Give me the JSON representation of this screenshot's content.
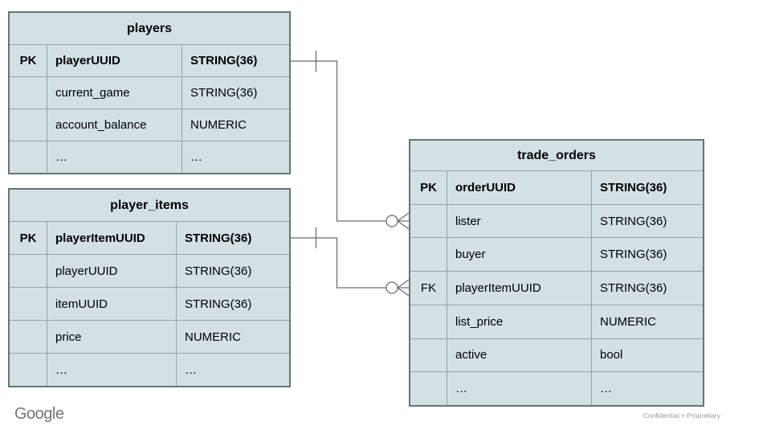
{
  "tables": [
    {
      "title": "players",
      "rows": [
        {
          "key": "PK",
          "name": "playerUUID",
          "type": "STRING(36)"
        },
        {
          "key": "",
          "name": "current_game",
          "type": "STRING(36)"
        },
        {
          "key": "",
          "name": "account_balance",
          "type": "NUMERIC"
        },
        {
          "key": "",
          "name": "…",
          "type": "…"
        }
      ]
    },
    {
      "title": "player_items",
      "rows": [
        {
          "key": "PK",
          "name": "playerItemUUID",
          "type": "STRING(36)"
        },
        {
          "key": "",
          "name": "playerUUID",
          "type": "STRING(36)"
        },
        {
          "key": "",
          "name": "itemUUID",
          "type": "STRING(36)"
        },
        {
          "key": "",
          "name": "price",
          "type": "NUMERIC"
        },
        {
          "key": "",
          "name": "…",
          "type": "…"
        }
      ]
    },
    {
      "title": "trade_orders",
      "rows": [
        {
          "key": "PK",
          "name": "orderUUID",
          "type": "STRING(36)"
        },
        {
          "key": "",
          "name": "lister",
          "type": "STRING(36)"
        },
        {
          "key": "",
          "name": "buyer",
          "type": "STRING(36)"
        },
        {
          "key": "FK",
          "name": "playerItemUUID",
          "type": "STRING(36)"
        },
        {
          "key": "",
          "name": "list_price",
          "type": "NUMERIC"
        },
        {
          "key": "",
          "name": "active",
          "type": "bool"
        },
        {
          "key": "",
          "name": "…",
          "type": "…"
        }
      ]
    }
  ],
  "relationships": [
    {
      "from_table": "players",
      "from_field": "playerUUID",
      "to_table": "trade_orders",
      "to_field": "lister",
      "from_cardinality": "one",
      "to_cardinality": "zero-or-many"
    },
    {
      "from_table": "player_items",
      "from_field": "playerItemUUID",
      "to_table": "trade_orders",
      "to_field": "playerItemUUID",
      "from_cardinality": "one",
      "to_cardinality": "zero-or-many"
    }
  ],
  "footer": {
    "logo": "Google",
    "note": "Confidential + Proprietary"
  },
  "colors": {
    "table_fill": "#d3e1e4",
    "table_border_outer": "#6a7475",
    "table_border_inner": "#97a2a3",
    "connector": "#6e6e6e",
    "logo_gray": "#757575",
    "note_gray": "#9a9a9a",
    "text": "#000000",
    "background": "#ffffff"
  }
}
